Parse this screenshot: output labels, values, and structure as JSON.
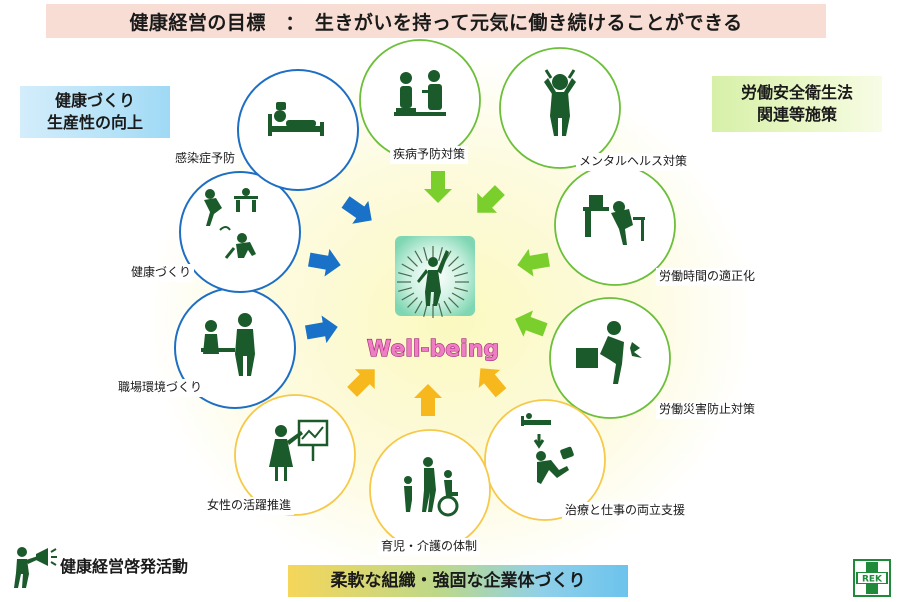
{
  "title": "健康経営の目標　：　生きがいを持って元気に働き続けることができる",
  "center_label": "Well-being",
  "left_header": [
    "健康づくり",
    "生産性の向上"
  ],
  "right_header": [
    "労働安全衛生法",
    "関連等施策"
  ],
  "bottom_banner": "柔軟な組織・強固な企業体づくり",
  "campaign_label": "健康経営啓発活動",
  "logo_text": "REK",
  "items": [
    {
      "id": "disease-prevention",
      "label": "疾病予防対策",
      "group": "green",
      "icon": "doctor-patient-icon"
    },
    {
      "id": "mental-health",
      "label": "メンタルヘルス対策",
      "group": "green",
      "icon": "stressed-person-icon"
    },
    {
      "id": "working-hours",
      "label": "労働時間の適正化",
      "group": "green",
      "icon": "overworked-desk-icon"
    },
    {
      "id": "accident-prevention",
      "label": "労働災害防止対策",
      "group": "green",
      "icon": "back-injury-icon"
    },
    {
      "id": "treatment-work-balance",
      "label": "治療と仕事の両立支援",
      "group": "yellow",
      "icon": "treatment-work-icon"
    },
    {
      "id": "childcare-nursing",
      "label": "育児・介護の体制",
      "group": "yellow",
      "icon": "childcare-wheelchair-icon"
    },
    {
      "id": "women-activity",
      "label": "女性の活躍推進",
      "group": "yellow",
      "icon": "woman-presenter-icon"
    },
    {
      "id": "workplace-environment",
      "label": "職場環境づくり",
      "group": "blue",
      "icon": "office-people-icon"
    },
    {
      "id": "health-promotion",
      "label": "健康づくり",
      "group": "blue",
      "icon": "exercise-meal-icon"
    },
    {
      "id": "infection-prevention",
      "label": "感染症予防",
      "group": "blue",
      "icon": "sick-bed-icon"
    }
  ],
  "colors": {
    "green": "#6cbf3a",
    "yellow": "#f6c94a",
    "blue": "#1e6fc4",
    "arrow_blue": "#1a72c8",
    "arrow_green": "#7bcf2c",
    "arrow_yellow": "#f6b81c",
    "icon": "#1b5a2a",
    "center_text": "#e85fb5"
  }
}
